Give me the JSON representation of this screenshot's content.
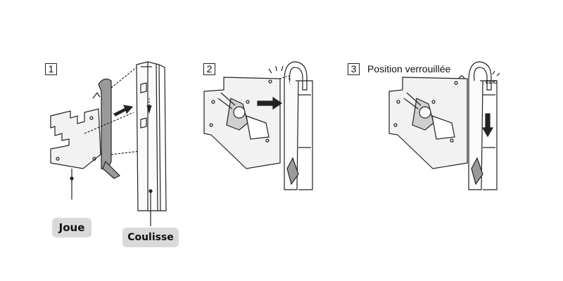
{
  "steps": [
    {
      "number": "1",
      "title": ""
    },
    {
      "number": "2",
      "title": ""
    },
    {
      "number": "3",
      "title": "Position verrouillée"
    }
  ],
  "labels": {
    "joue": "Joue",
    "coulisse": "Coulisse",
    "clic": "CLIC"
  },
  "colors": {
    "line": "#222222",
    "callout_bg": "#d9d9d9",
    "panel_fill": "#efefef",
    "bracket_fill": "#9a9a9a"
  }
}
